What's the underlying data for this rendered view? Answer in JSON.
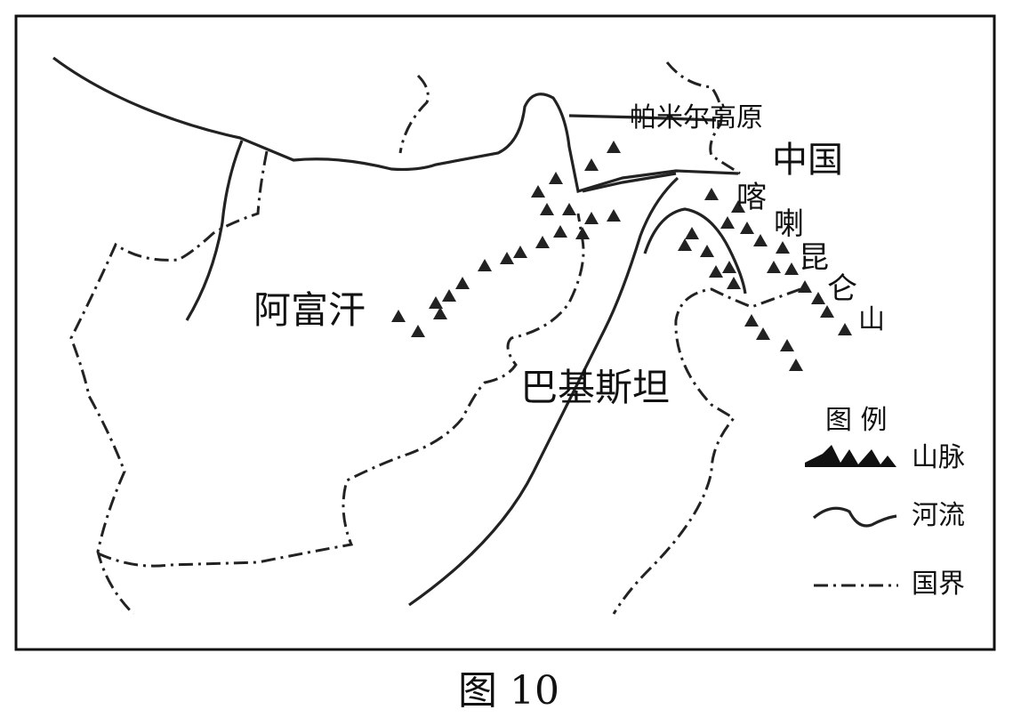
{
  "labels": {
    "pamir": "帕米尔高原",
    "china": "中国",
    "karakoram": [
      "喀",
      "喇",
      "昆",
      "仑",
      "山"
    ],
    "afghanistan": "阿富汗",
    "pakistan": "巴基斯坦"
  },
  "legend": {
    "title": "图 例",
    "items": [
      {
        "icon": "mountain-icon",
        "label": "山脉"
      },
      {
        "icon": "river-icon",
        "label": "河流"
      },
      {
        "icon": "border-icon",
        "label": "国界"
      }
    ]
  },
  "caption": "图 10"
}
